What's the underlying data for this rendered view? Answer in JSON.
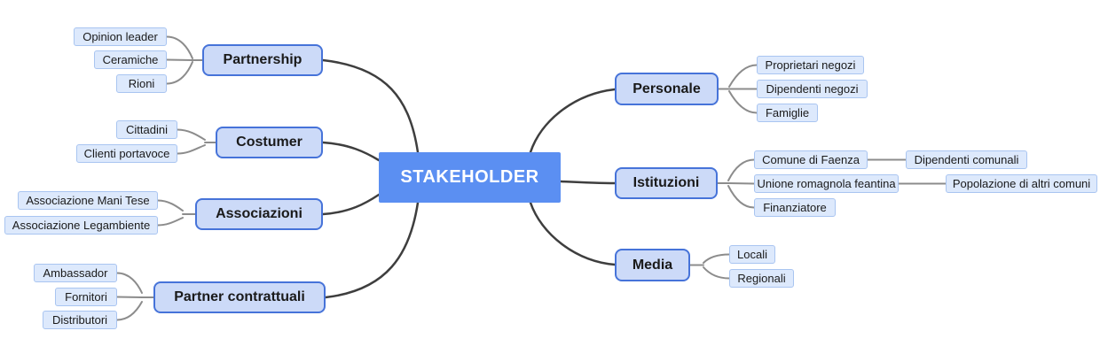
{
  "central": {
    "label": "STAKEHOLDER"
  },
  "colors": {
    "central_fill": "#5b8ff2",
    "central_text": "#ffffff",
    "branch_fill": "#ccdaf8",
    "branch_border": "#4673d9",
    "leaf_fill": "#dde9fc",
    "leaf_border": "#a9c5f1",
    "node_text": "#1a1a1a",
    "main_connector": "#3e3e3e",
    "sub_connector": "#8c8c8c"
  },
  "left_branches": [
    {
      "label": "Partnership",
      "children": [
        {
          "label": "Opinion leader"
        },
        {
          "label": "Ceramiche"
        },
        {
          "label": "Rioni"
        }
      ]
    },
    {
      "label": "Costumer",
      "children": [
        {
          "label": "Cittadini"
        },
        {
          "label": "Clienti portavoce"
        }
      ]
    },
    {
      "label": "Associazioni",
      "children": [
        {
          "label": "Associazione Mani Tese"
        },
        {
          "label": "Associazione Legambiente"
        }
      ]
    },
    {
      "label": "Partner contrattuali",
      "children": [
        {
          "label": "Ambassador"
        },
        {
          "label": "Fornitori"
        },
        {
          "label": "Distributori"
        }
      ]
    }
  ],
  "right_branches": [
    {
      "label": "Personale",
      "children": [
        {
          "label": "Proprietari negozi"
        },
        {
          "label": "Dipendenti negozi"
        },
        {
          "label": "Famiglie"
        }
      ]
    },
    {
      "label": "Istituzioni",
      "children": [
        {
          "label": "Comune di Faenza",
          "children": [
            {
              "label": "Dipendenti comunali"
            }
          ]
        },
        {
          "label": "Unione romagnola feantina",
          "children": [
            {
              "label": "Popolazione di altri comuni"
            }
          ]
        },
        {
          "label": "Finanziatore"
        }
      ]
    },
    {
      "label": "Media",
      "children": [
        {
          "label": "Locali"
        },
        {
          "label": "Regionali"
        }
      ]
    }
  ]
}
